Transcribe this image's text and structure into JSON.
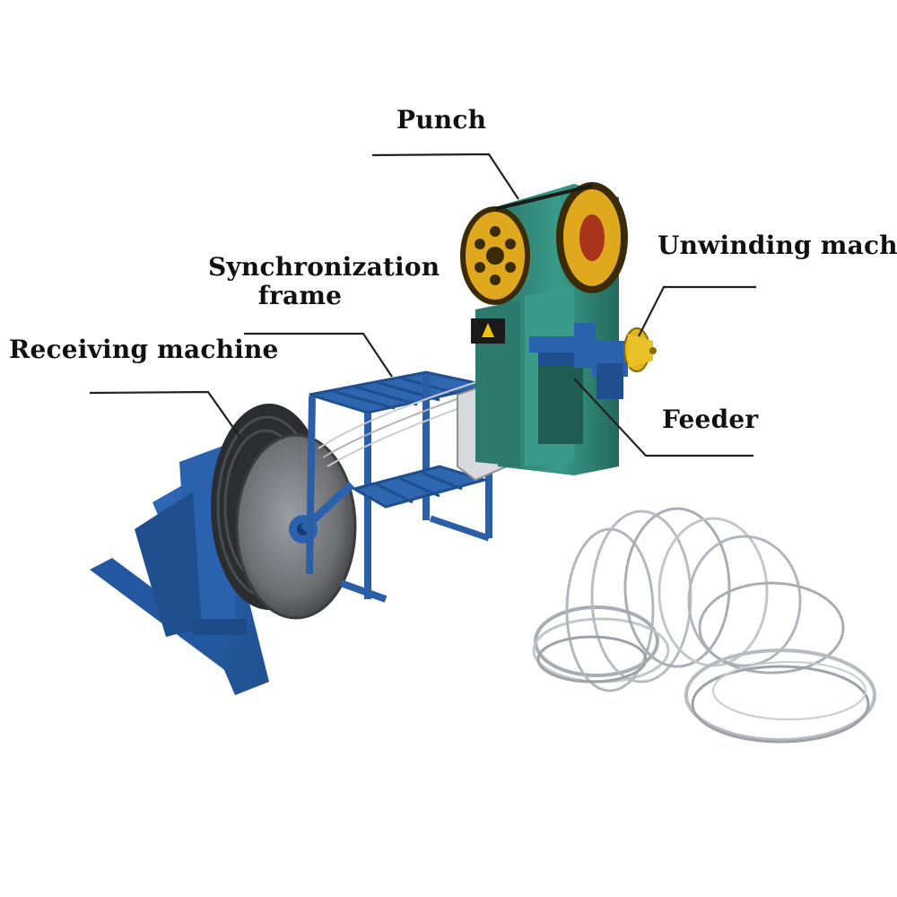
{
  "labels": {
    "punch": "Punch",
    "unwinding": "Unwinding machine",
    "sync_line1": "Synchronization",
    "sync_line2": "frame",
    "receiving": "Receiving machine",
    "feeder": "Feeder"
  },
  "colors": {
    "machine_blue": "#2a5fa8",
    "press_green": "#2f8a7a",
    "wheel_yellow": "#e0a81c",
    "disc_grey": "#6d6f73",
    "wire_silver": "#b8bcc2"
  }
}
